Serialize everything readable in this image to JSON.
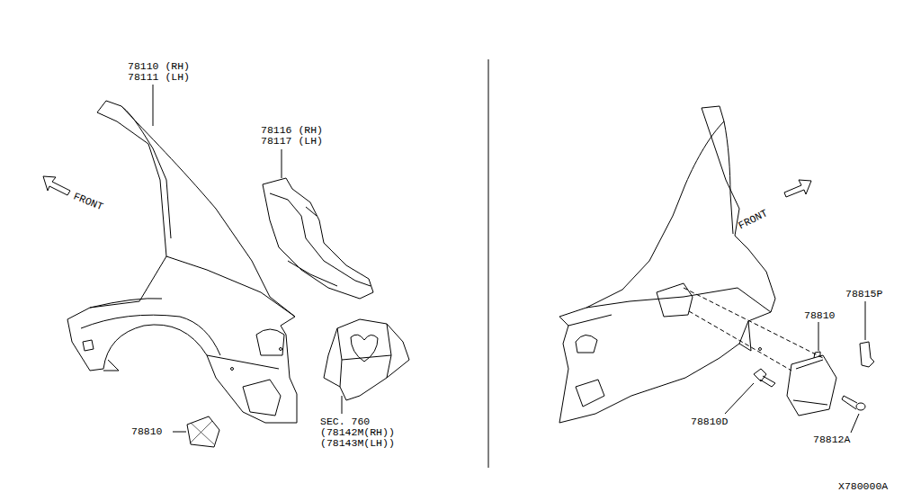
{
  "diagram": {
    "labels": [
      "78110 (RH)",
      "78111 (LH)",
      "FRONT",
      "78116 (RH)",
      "78117 (LH)",
      "78810",
      "SEC. 760",
      "(78142M(RH))",
      "(78143M(LH))",
      "FRONT",
      "78815P",
      "78810",
      "78810D",
      "78812A",
      "X780000A"
    ]
  }
}
